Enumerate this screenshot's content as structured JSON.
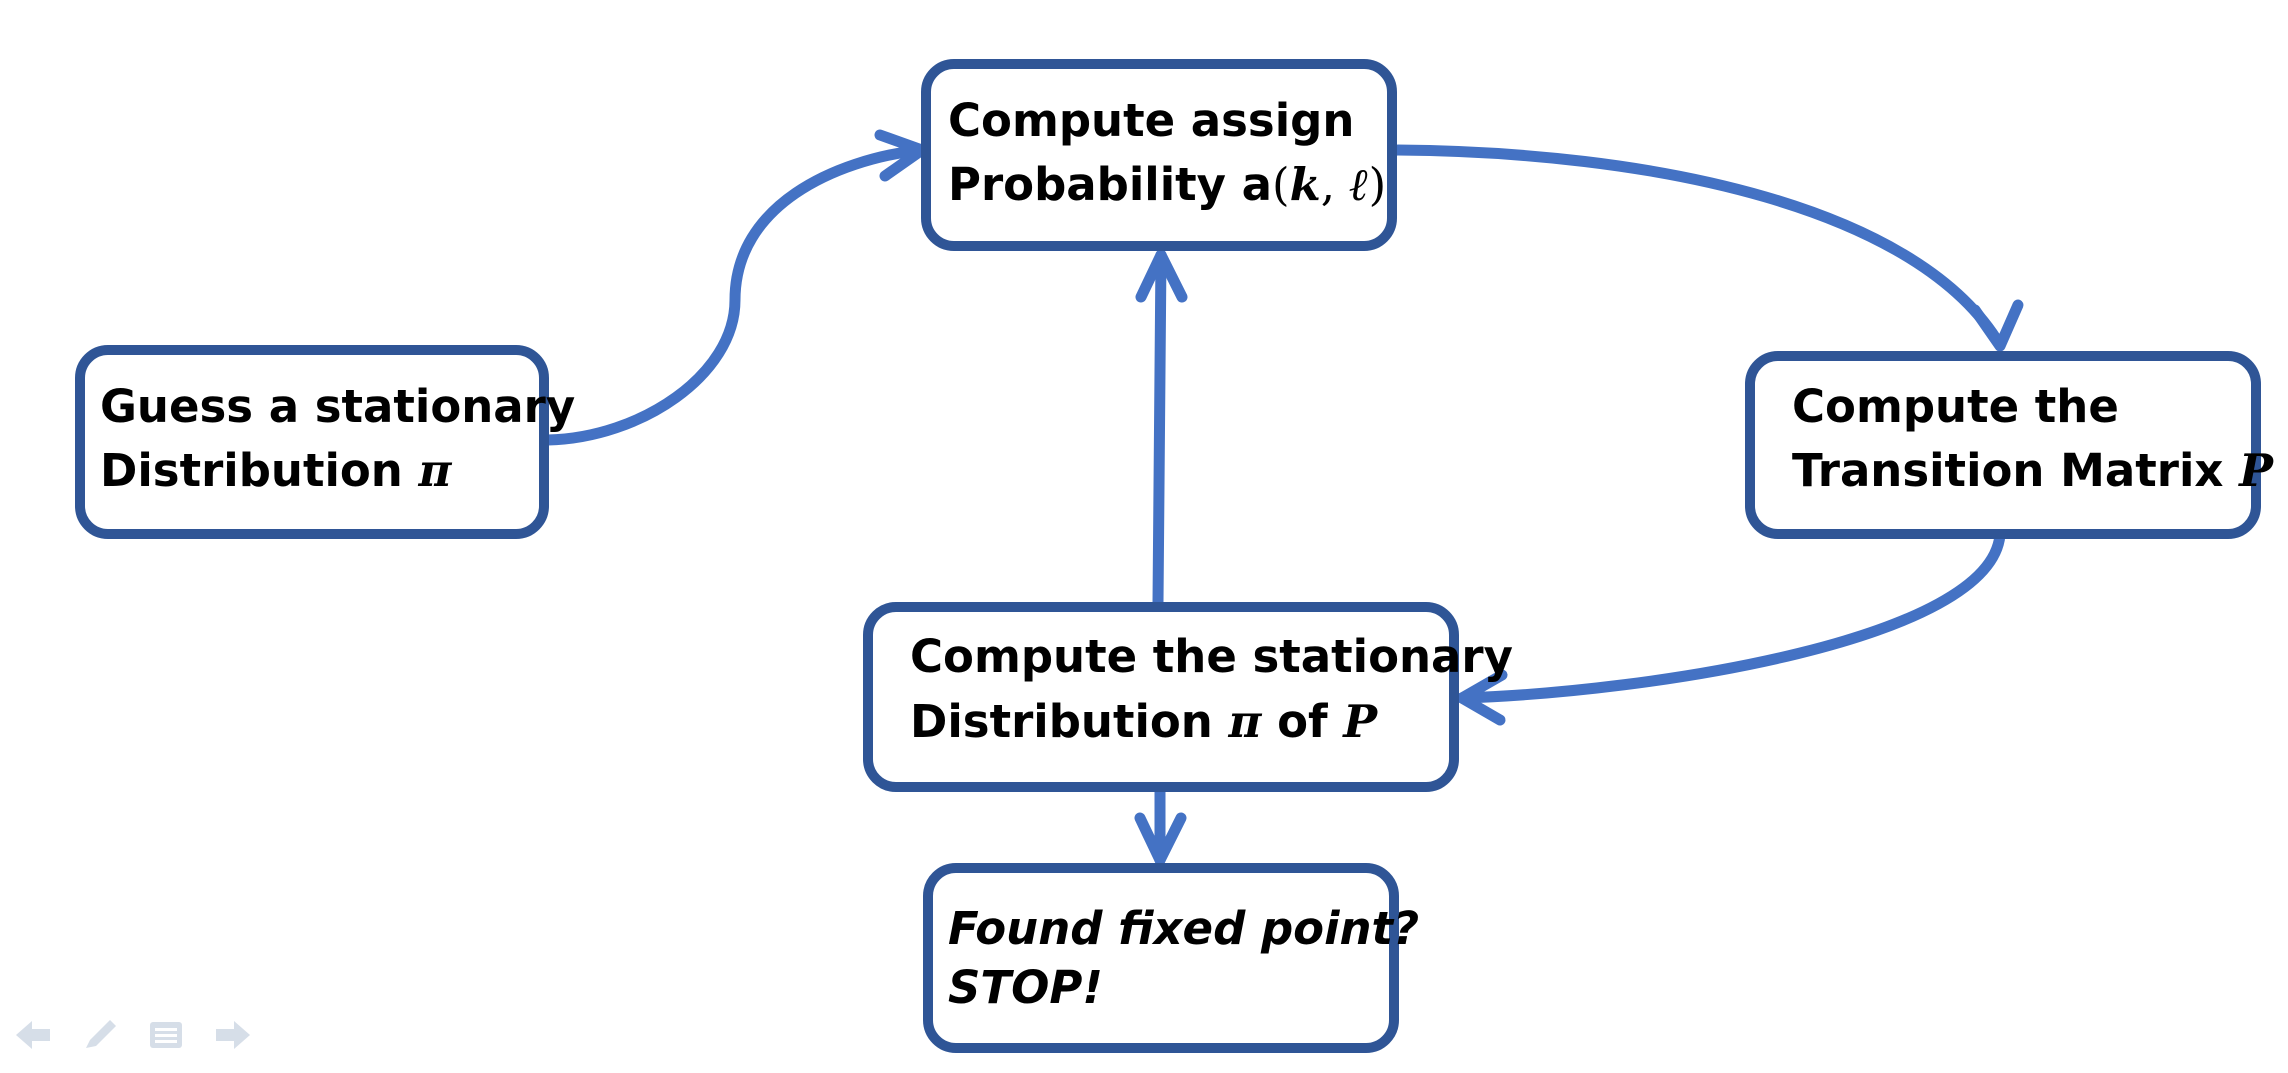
{
  "nodes": {
    "compute_assign": {
      "line1": "Compute assign",
      "line2_text": "Probability a",
      "line2_math_open": "(",
      "line2_math_k": "k",
      "line2_math_sep": ", ",
      "line2_math_l": "ℓ",
      "line2_math_close": ")"
    },
    "guess": {
      "line1": "Guess a stationary",
      "line2_text": "Distribution ",
      "line2_math": "π"
    },
    "transition": {
      "line1": "Compute the",
      "line2_text": "Transition Matrix ",
      "line2_math": "P"
    },
    "stationary": {
      "line1": "Compute the stationary",
      "line2_text": "Distribution ",
      "line2_math_pi": "π",
      "line2_of": " of ",
      "line2_math_p": "P"
    },
    "fixed_point": {
      "line1": "Found fixed point?",
      "line2": "STOP!"
    }
  },
  "colors": {
    "box_border": "#2F5596",
    "arrow": "#4472C4",
    "nav_icon": "#D6DEE8"
  },
  "nav_icons": [
    "previous-slide-icon",
    "pen-icon",
    "slide-menu-icon",
    "next-slide-icon"
  ]
}
